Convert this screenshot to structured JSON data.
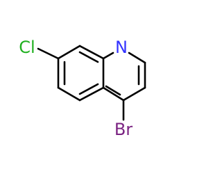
{
  "molecule": {
    "atoms": [
      {
        "id": "N",
        "label": "N",
        "color": "#3333ff"
      },
      {
        "id": "Cl",
        "label": "Cl",
        "color": "#1fb01f"
      },
      {
        "id": "Br",
        "label": "Br",
        "color": "#7b2482"
      }
    ]
  }
}
